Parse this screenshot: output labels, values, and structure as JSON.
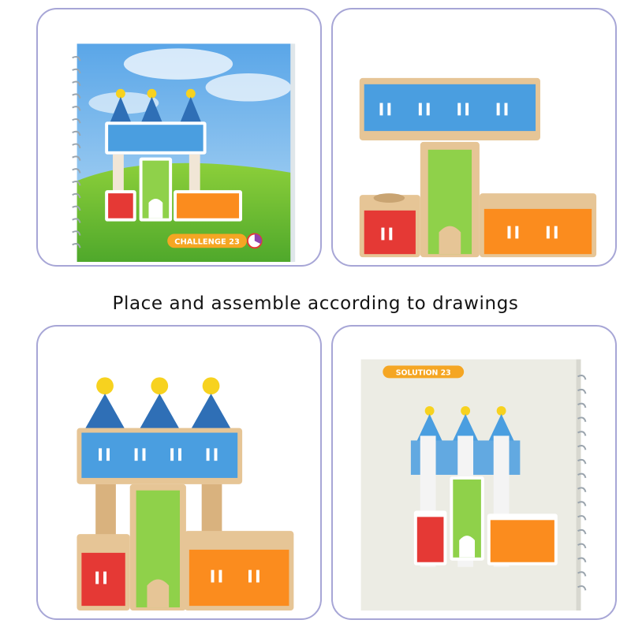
{
  "caption": "Place and assemble according to drawings",
  "panels": [
    {
      "challenge_label": "CHALLENGE 23"
    },
    {},
    {},
    {
      "solution_label": "SOLUTION 23"
    }
  ],
  "colors": {
    "panel_border": "#a7a6d6",
    "blue": "#4a9ee0",
    "green": "#8fd14a",
    "red": "#e53935",
    "orange": "#fb8c1e",
    "cone_blue": "#2f6fb6",
    "ball_yellow": "#f7d21f",
    "wood": "#e6c596",
    "book_label": "#f5a623"
  }
}
